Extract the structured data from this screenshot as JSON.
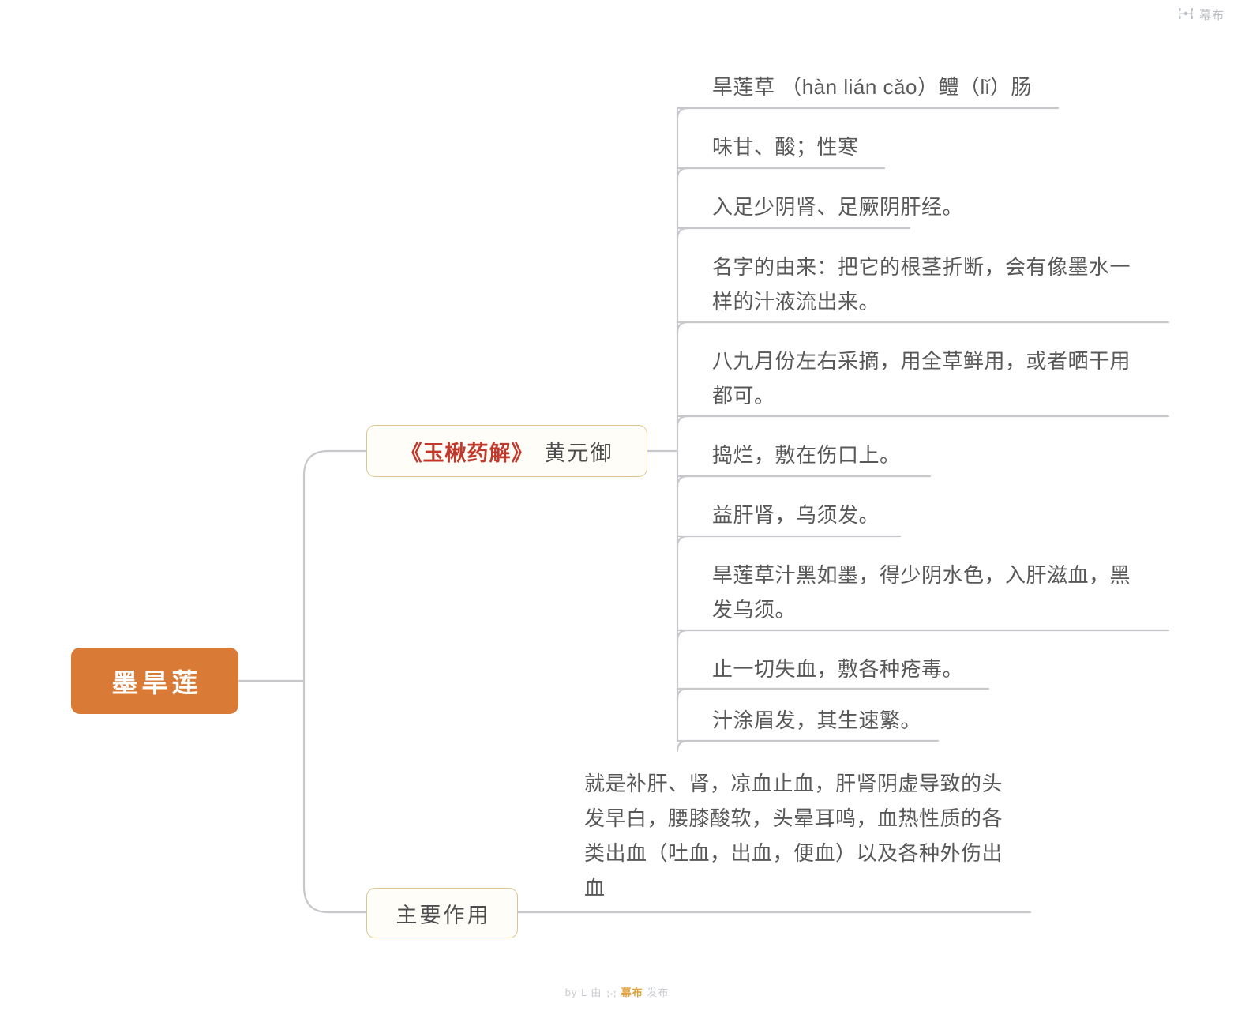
{
  "brand": {
    "name": "幕布",
    "icon": "mindmap-logo-icon"
  },
  "root": {
    "label": "墨旱莲",
    "color": "#d97b36",
    "text_color": "#ffffff"
  },
  "branches": [
    {
      "id": "yuqiu",
      "title": "《玉楸药解》",
      "author": "黄元御",
      "title_color": "#c0392b",
      "border_color": "#e0c48d"
    },
    {
      "id": "zhuyao",
      "label": "主要作用",
      "border_color": "#e0c48d"
    }
  ],
  "yuqiu_leaves": [
    {
      "text": "旱莲草 （hàn lián cǎo）鳢（lǐ）肠"
    },
    {
      "text": "味甘、酸；性寒"
    },
    {
      "text": "入足少阴肾、足厥阴肝经。"
    },
    {
      "text": "名字的由来：把它的根茎折断，会有像墨水一\n样的汁液流出来。"
    },
    {
      "text": "八九月份左右采摘，用全草鲜用，或者晒干用\n都可。"
    },
    {
      "text": "捣烂，敷在伤口上。"
    },
    {
      "text": "益肝肾，乌须发。"
    },
    {
      "text": "旱莲草汁黑如墨，得少阴水色，入肝滋血，黑\n发乌须。"
    },
    {
      "text": "止一切失血，敷各种疮毒。"
    },
    {
      "text": "汁涂眉发，其生速繁。"
    }
  ],
  "zhuyao_leaves": [
    {
      "text": "就是补肝、肾，凉血止血，肝肾阴虚导致的头\n发早白，腰膝酸软，头晕耳鸣，血热性质的各\n类出血（吐血，出血，便血）以及各种外伤出\n血"
    }
  ],
  "footer": {
    "prefix": "by L 由",
    "brand": "幕布",
    "suffix": "发布"
  },
  "colors": {
    "accent_orange": "#d97b36",
    "branch_border": "#e0c48d",
    "wire": "#c6c8cb",
    "text": "#585858",
    "red_title": "#c0392b"
  }
}
